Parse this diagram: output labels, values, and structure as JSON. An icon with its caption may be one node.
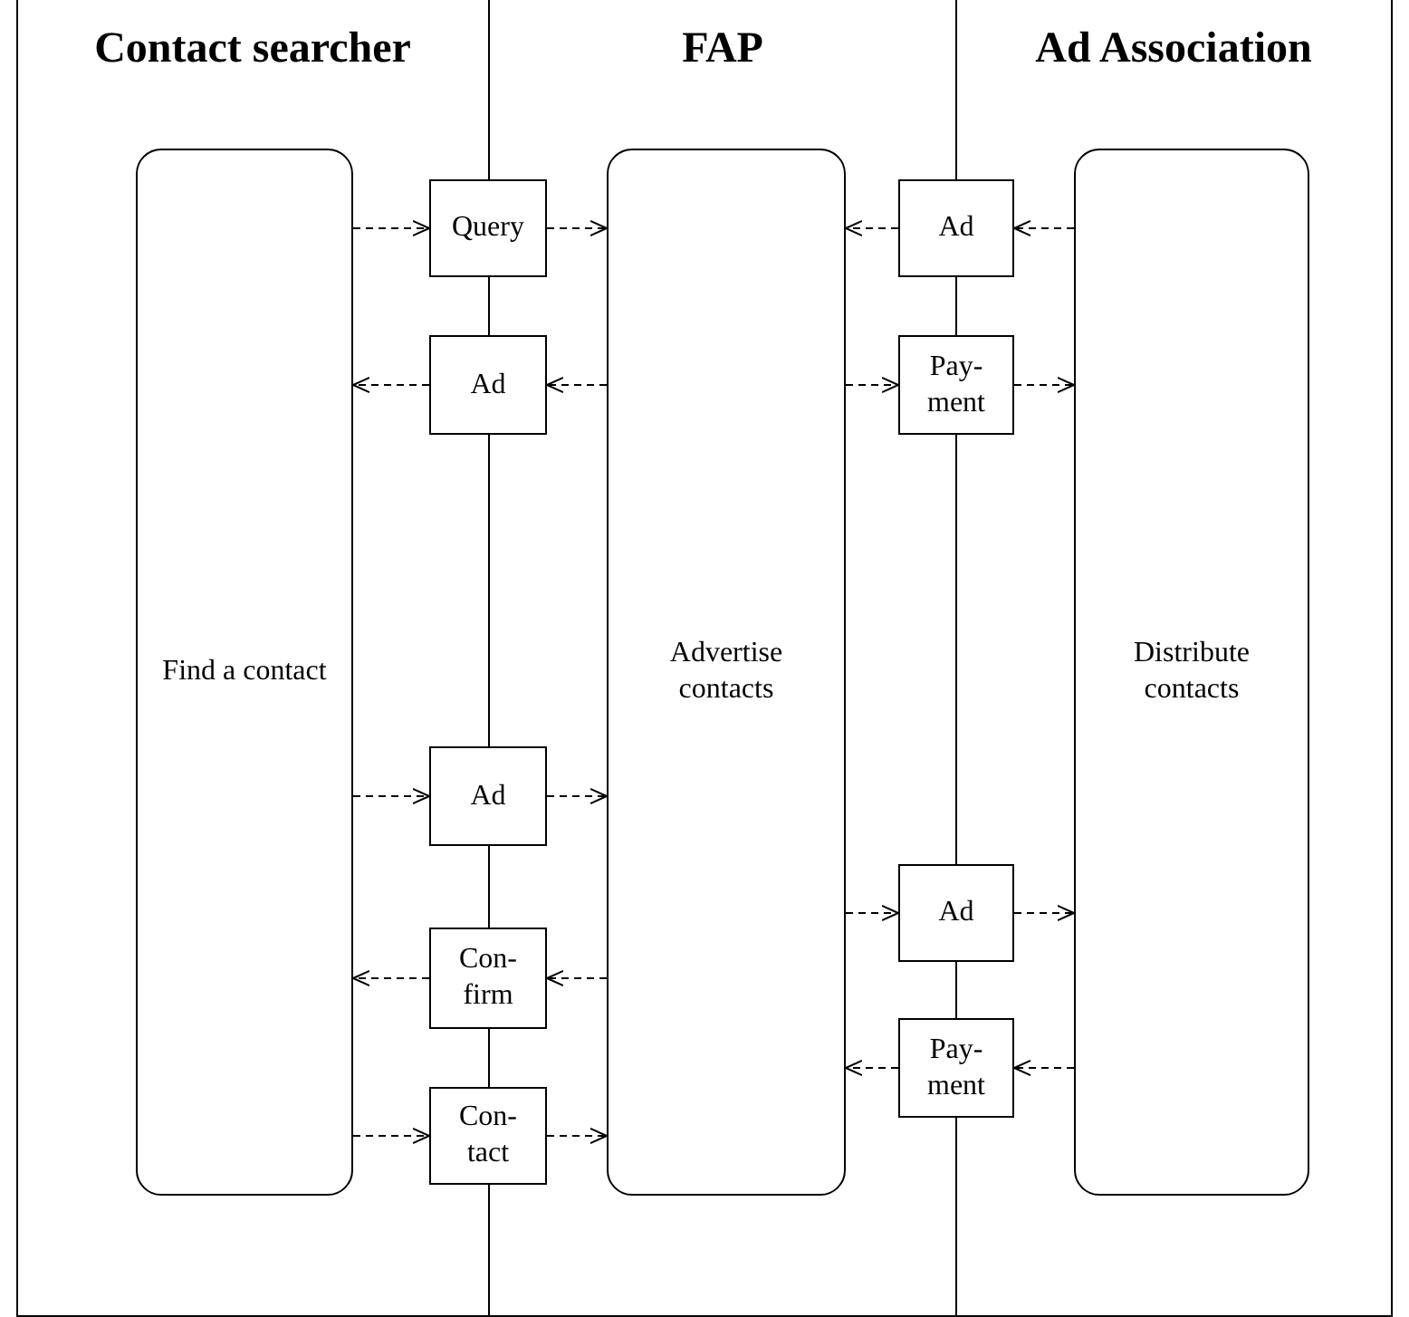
{
  "diagram": {
    "nodes": [
      {
        "text": [
          "Find a contact"
        ]
      },
      {
        "text": [
          "Advertise contacts"
        ]
      },
      {
        "text": [
          "Distribute contacts"
        ]
      },
      {
        "text": [
          "Query"
        ]
      },
      {
        "text": [
          "Ad"
        ]
      },
      {
        "text": [
          "Ad"
        ]
      },
      {
        "text": [
          "Con- firm"
        ]
      },
      {
        "text": [
          "Con- tact"
        ]
      },
      {
        "text": [
          "Ad"
        ]
      },
      {
        "text": [
          "Pay- ment"
        ]
      },
      {
        "text": [
          "Ad"
        ]
      },
      {
        "text": [
          "Pay- ment"
        ]
      }
    ],
    "edges": [
      {
        "from": 0,
        "to": 3,
        "arrow": "to",
        "style": "dashed"
      },
      {
        "from": 3,
        "to": 1,
        "arrow": "to",
        "style": "dashed"
      },
      {
        "from": 1,
        "to": 4,
        "arrow": "to",
        "style": "dashed"
      },
      {
        "from": 4,
        "to": 0,
        "arrow": "to",
        "style": "dashed"
      },
      {
        "from": 0,
        "to": 5,
        "arrow": "to",
        "style": "dashed"
      },
      {
        "from": 5,
        "to": 1,
        "arrow": "to",
        "style": "dashed"
      },
      {
        "from": 1,
        "to": 6,
        "arrow": "to",
        "style": "dashed"
      },
      {
        "from": 6,
        "to": 0,
        "arrow": "to",
        "style": "dashed"
      },
      {
        "from": 0,
        "to": 7,
        "arrow": "to",
        "style": "dashed"
      },
      {
        "from": 7,
        "to": 1,
        "arrow": "to",
        "style": "dashed"
      },
      {
        "from": 2,
        "to": 8,
        "arrow": "to",
        "style": "dashed"
      },
      {
        "from": 8,
        "to": 1,
        "arrow": "to",
        "style": "dashed"
      },
      {
        "from": 1,
        "to": 9,
        "arrow": "to",
        "style": "dashed"
      },
      {
        "from": 9,
        "to": 2,
        "arrow": "to",
        "style": "dashed"
      },
      {
        "from": 1,
        "to": 10,
        "arrow": "to",
        "style": "dashed"
      },
      {
        "from": 10,
        "to": 2,
        "arrow": "to",
        "style": "dashed"
      },
      {
        "from": 2,
        "to": 11,
        "arrow": "to",
        "style": "dashed"
      },
      {
        "from": 11,
        "to": 1,
        "arrow": "to",
        "style": "dashed"
      }
    ],
    "labels": [
      "Contact searcher",
      "FAP",
      "Ad Association"
    ]
  }
}
